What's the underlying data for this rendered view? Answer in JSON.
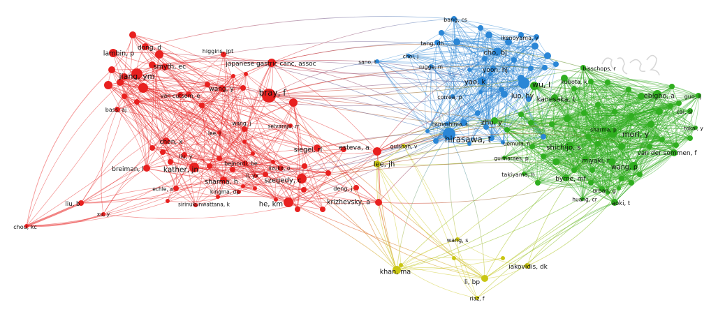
{
  "clusters": [
    {
      "id": "red",
      "color": "#e8201f"
    },
    {
      "id": "blue",
      "color": "#2a86d6"
    },
    {
      "id": "green",
      "color": "#2fae1f"
    },
    {
      "id": "yellow",
      "color": "#c9c613"
    }
  ],
  "nodes": [
    {
      "id": "bray-f",
      "label": "bray, f",
      "cluster": "red"
    },
    {
      "id": "japanese-gastric",
      "label": "japanese gastric canc, assoc",
      "cluster": "red"
    },
    {
      "id": "higgins-jpt",
      "label": "higgins, jpt",
      "cluster": "red"
    },
    {
      "id": "dong-d",
      "label": "dong, d",
      "cluster": "red"
    },
    {
      "id": "lambin-p",
      "label": "lambin, p",
      "cluster": "red"
    },
    {
      "id": "smyth-ec",
      "label": "smyth, ec",
      "cluster": "red"
    },
    {
      "id": "jiang-ym",
      "label": "jiang, ym",
      "cluster": "red"
    },
    {
      "id": "van-cutsem-e",
      "label": "van cutsem, e",
      "cluster": "red"
    },
    {
      "id": "wang-y",
      "label": "wang, y",
      "cluster": "red"
    },
    {
      "id": "bass-aj",
      "label": "bass, aj",
      "cluster": "red"
    },
    {
      "id": "wang-j",
      "label": "wang, j",
      "cluster": "red"
    },
    {
      "id": "lee-j",
      "label": "lee, j",
      "cluster": "red"
    },
    {
      "id": "selvaraju-rr",
      "label": "selvaraju, rr",
      "cluster": "red"
    },
    {
      "id": "chen-x",
      "label": "chen, x",
      "cluster": "red"
    },
    {
      "id": "liu-y",
      "label": "liu, y",
      "cluster": "red"
    },
    {
      "id": "breiman-l",
      "label": "breiman, l",
      "cluster": "red"
    },
    {
      "id": "kather-jn",
      "label": "kather, jn",
      "cluster": "red"
    },
    {
      "id": "bejnordi-be",
      "label": "bejnordi, be",
      "cluster": "red"
    },
    {
      "id": "li-yx",
      "label": "li, yx",
      "cluster": "red"
    },
    {
      "id": "sharma-h",
      "label": "sharma, h",
      "cluster": "red"
    },
    {
      "id": "kingma-dp",
      "label": "kingma, dp",
      "cluster": "red"
    },
    {
      "id": "echle-a",
      "label": "echle, a",
      "cluster": "red"
    },
    {
      "id": "sirinukunwattana-k",
      "label": "sirinukunwattana, k",
      "cluster": "red"
    },
    {
      "id": "siegel-rl",
      "label": "siegel, rl",
      "cluster": "red"
    },
    {
      "id": "esteva-a",
      "label": "esteva, a",
      "cluster": "red"
    },
    {
      "id": "szegedy-c",
      "label": "szegedy, c",
      "cluster": "red"
    },
    {
      "id": "iizuka-o",
      "label": "iizuka, o",
      "cluster": "red"
    },
    {
      "id": "he-km",
      "label": "he, km",
      "cluster": "red"
    },
    {
      "id": "deng-j",
      "label": "deng, j",
      "cluster": "red"
    },
    {
      "id": "krizhevsky-a",
      "label": "krizhevsky, a",
      "cluster": "red"
    },
    {
      "id": "liu-b",
      "label": "liu, b",
      "cluster": "red"
    },
    {
      "id": "xu-y",
      "label": "xu, y",
      "cluster": "red"
    },
    {
      "id": "chou-kc",
      "label": "chou, kc",
      "cluster": "red"
    },
    {
      "id": "bang-cs",
      "label": "bang, cs",
      "cluster": "blue"
    },
    {
      "id": "tang-dh",
      "label": "tang, dh",
      "cluster": "blue"
    },
    {
      "id": "ikenoyama-y",
      "label": "ikenoyama, y",
      "cluster": "blue"
    },
    {
      "id": "cho-bj",
      "label": "cho, bj",
      "cluster": "blue"
    },
    {
      "id": "choi-j",
      "label": "choi, j",
      "cluster": "blue"
    },
    {
      "id": "sano-t",
      "label": "sano, t",
      "cluster": "blue"
    },
    {
      "id": "rugge-m",
      "label": "rugge, m",
      "cluster": "blue"
    },
    {
      "id": "yoon-hj",
      "label": "yoon, hj",
      "cluster": "blue"
    },
    {
      "id": "yao-k",
      "label": "yao, k",
      "cluster": "blue"
    },
    {
      "id": "wu-l",
      "label": "wu, l",
      "cluster": "blue"
    },
    {
      "id": "luo-hy",
      "label": "luo, hy",
      "cluster": "blue"
    },
    {
      "id": "correa-p",
      "label": "correa, p",
      "cluster": "blue"
    },
    {
      "id": "hamashima-c",
      "label": "hamashima, c",
      "cluster": "blue"
    },
    {
      "id": "hirasawa-t",
      "label": "hirasawa, t",
      "cluster": "blue"
    },
    {
      "id": "uemura-n",
      "label": "uemura, n",
      "cluster": "blue"
    },
    {
      "id": "gulshan-v",
      "label": "gulshan, v",
      "cluster": "yellow"
    },
    {
      "id": "lee-jh",
      "label": "lee, jh",
      "cluster": "yellow"
    },
    {
      "id": "khan-ma",
      "label": "khan, ma",
      "cluster": "yellow"
    },
    {
      "id": "wang-s",
      "label": "wang, s",
      "cluster": "yellow"
    },
    {
      "id": "li-bp",
      "label": "li, bp",
      "cluster": "yellow"
    },
    {
      "id": "riaz-f",
      "label": "riaz, f",
      "cluster": "yellow"
    },
    {
      "id": "iakovidis-dk",
      "label": "iakovidis, dk",
      "cluster": "yellow"
    },
    {
      "id": "bisschops-r",
      "label": "bisschops, r",
      "cluster": "green"
    },
    {
      "id": "kubota-k",
      "label": "kubota, k",
      "cluster": "green"
    },
    {
      "id": "kanesaka-t",
      "label": "kanesaka, t",
      "cluster": "green"
    },
    {
      "id": "ebigbo-a",
      "label": "ebigbo, a",
      "cluster": "green"
    },
    {
      "id": "guo-lj",
      "label": "guo, lj",
      "cluster": "green"
    },
    {
      "id": "cai-sl",
      "label": "cai, sl",
      "cluster": "green"
    },
    {
      "id": "tokai-y",
      "label": "tokai, y",
      "cluster": "green"
    },
    {
      "id": "zhu-y",
      "label": "zhu, y",
      "cluster": "green"
    },
    {
      "id": "mori-y",
      "label": "mori, y",
      "cluster": "green"
    },
    {
      "id": "sharma-p",
      "label": "sharma, p",
      "cluster": "green"
    },
    {
      "id": "shichijo-s",
      "label": "shichijo, s",
      "cluster": "green"
    },
    {
      "id": "van-der-sommen-f",
      "label": "van der sommen, f",
      "cluster": "green"
    },
    {
      "id": "miyaki-r",
      "label": "miyaki, r",
      "cluster": "green"
    },
    {
      "id": "wang-p",
      "label": "wang, p",
      "cluster": "green"
    },
    {
      "id": "guimaraes-p",
      "label": "guimaraes, p",
      "cluster": "green"
    },
    {
      "id": "takiyama-h",
      "label": "takiyama, h",
      "cluster": "green"
    },
    {
      "id": "byrne-mf",
      "label": "byrne, mf",
      "cluster": "green"
    },
    {
      "id": "urban-g",
      "label": "urban, g",
      "cluster": "green"
    },
    {
      "id": "huang-cr",
      "label": "huang, cr",
      "cluster": "green"
    },
    {
      "id": "aoki-t",
      "label": "aoki, t",
      "cluster": "green"
    }
  ]
}
